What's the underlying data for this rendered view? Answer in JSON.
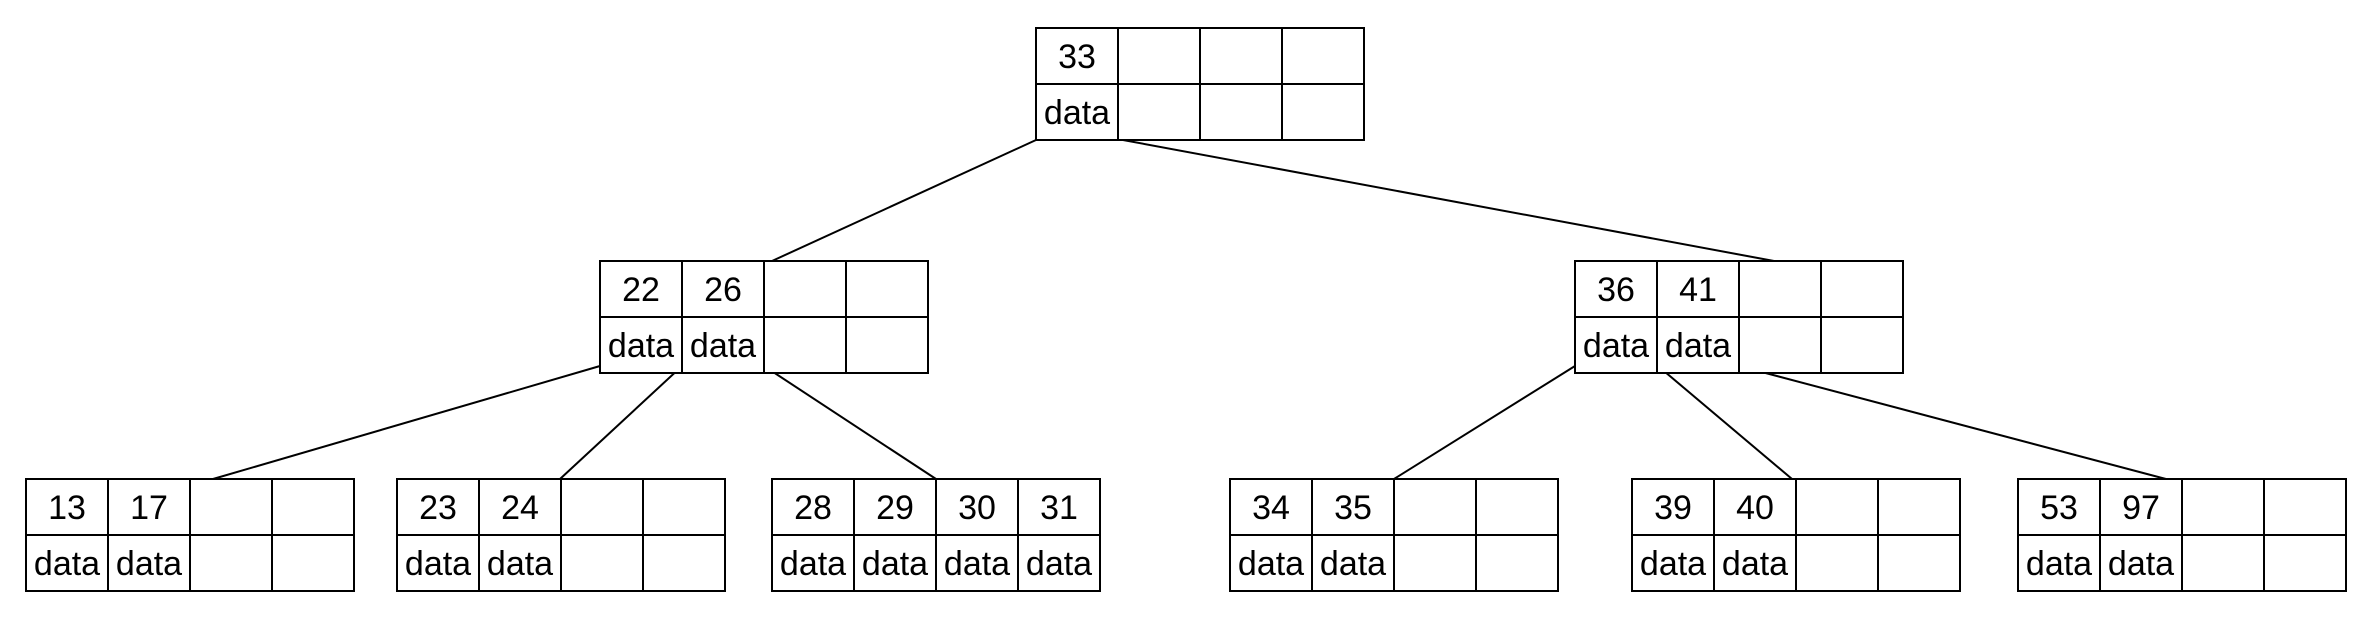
{
  "tree": {
    "root": {
      "keys": [
        "33",
        "",
        "",
        ""
      ],
      "data": [
        "data",
        "",
        "",
        ""
      ]
    },
    "internal": [
      {
        "keys": [
          "22",
          "26",
          "",
          ""
        ],
        "data": [
          "data",
          "data",
          "",
          ""
        ]
      },
      {
        "keys": [
          "36",
          "41",
          "",
          ""
        ],
        "data": [
          "data",
          "data",
          "",
          ""
        ]
      }
    ],
    "leaves": [
      {
        "keys": [
          "13",
          "17",
          "",
          ""
        ],
        "data": [
          "data",
          "data",
          "",
          ""
        ]
      },
      {
        "keys": [
          "23",
          "24",
          "",
          ""
        ],
        "data": [
          "data",
          "data",
          "",
          ""
        ]
      },
      {
        "keys": [
          "28",
          "29",
          "30",
          "31"
        ],
        "data": [
          "data",
          "data",
          "data",
          "data"
        ]
      },
      {
        "keys": [
          "34",
          "35",
          "",
          ""
        ],
        "data": [
          "data",
          "data",
          "",
          ""
        ]
      },
      {
        "keys": [
          "39",
          "40",
          "",
          ""
        ],
        "data": [
          "data",
          "data",
          "",
          ""
        ]
      },
      {
        "keys": [
          "53",
          "97",
          "",
          ""
        ],
        "data": [
          "data",
          "data",
          "",
          ""
        ]
      }
    ]
  }
}
